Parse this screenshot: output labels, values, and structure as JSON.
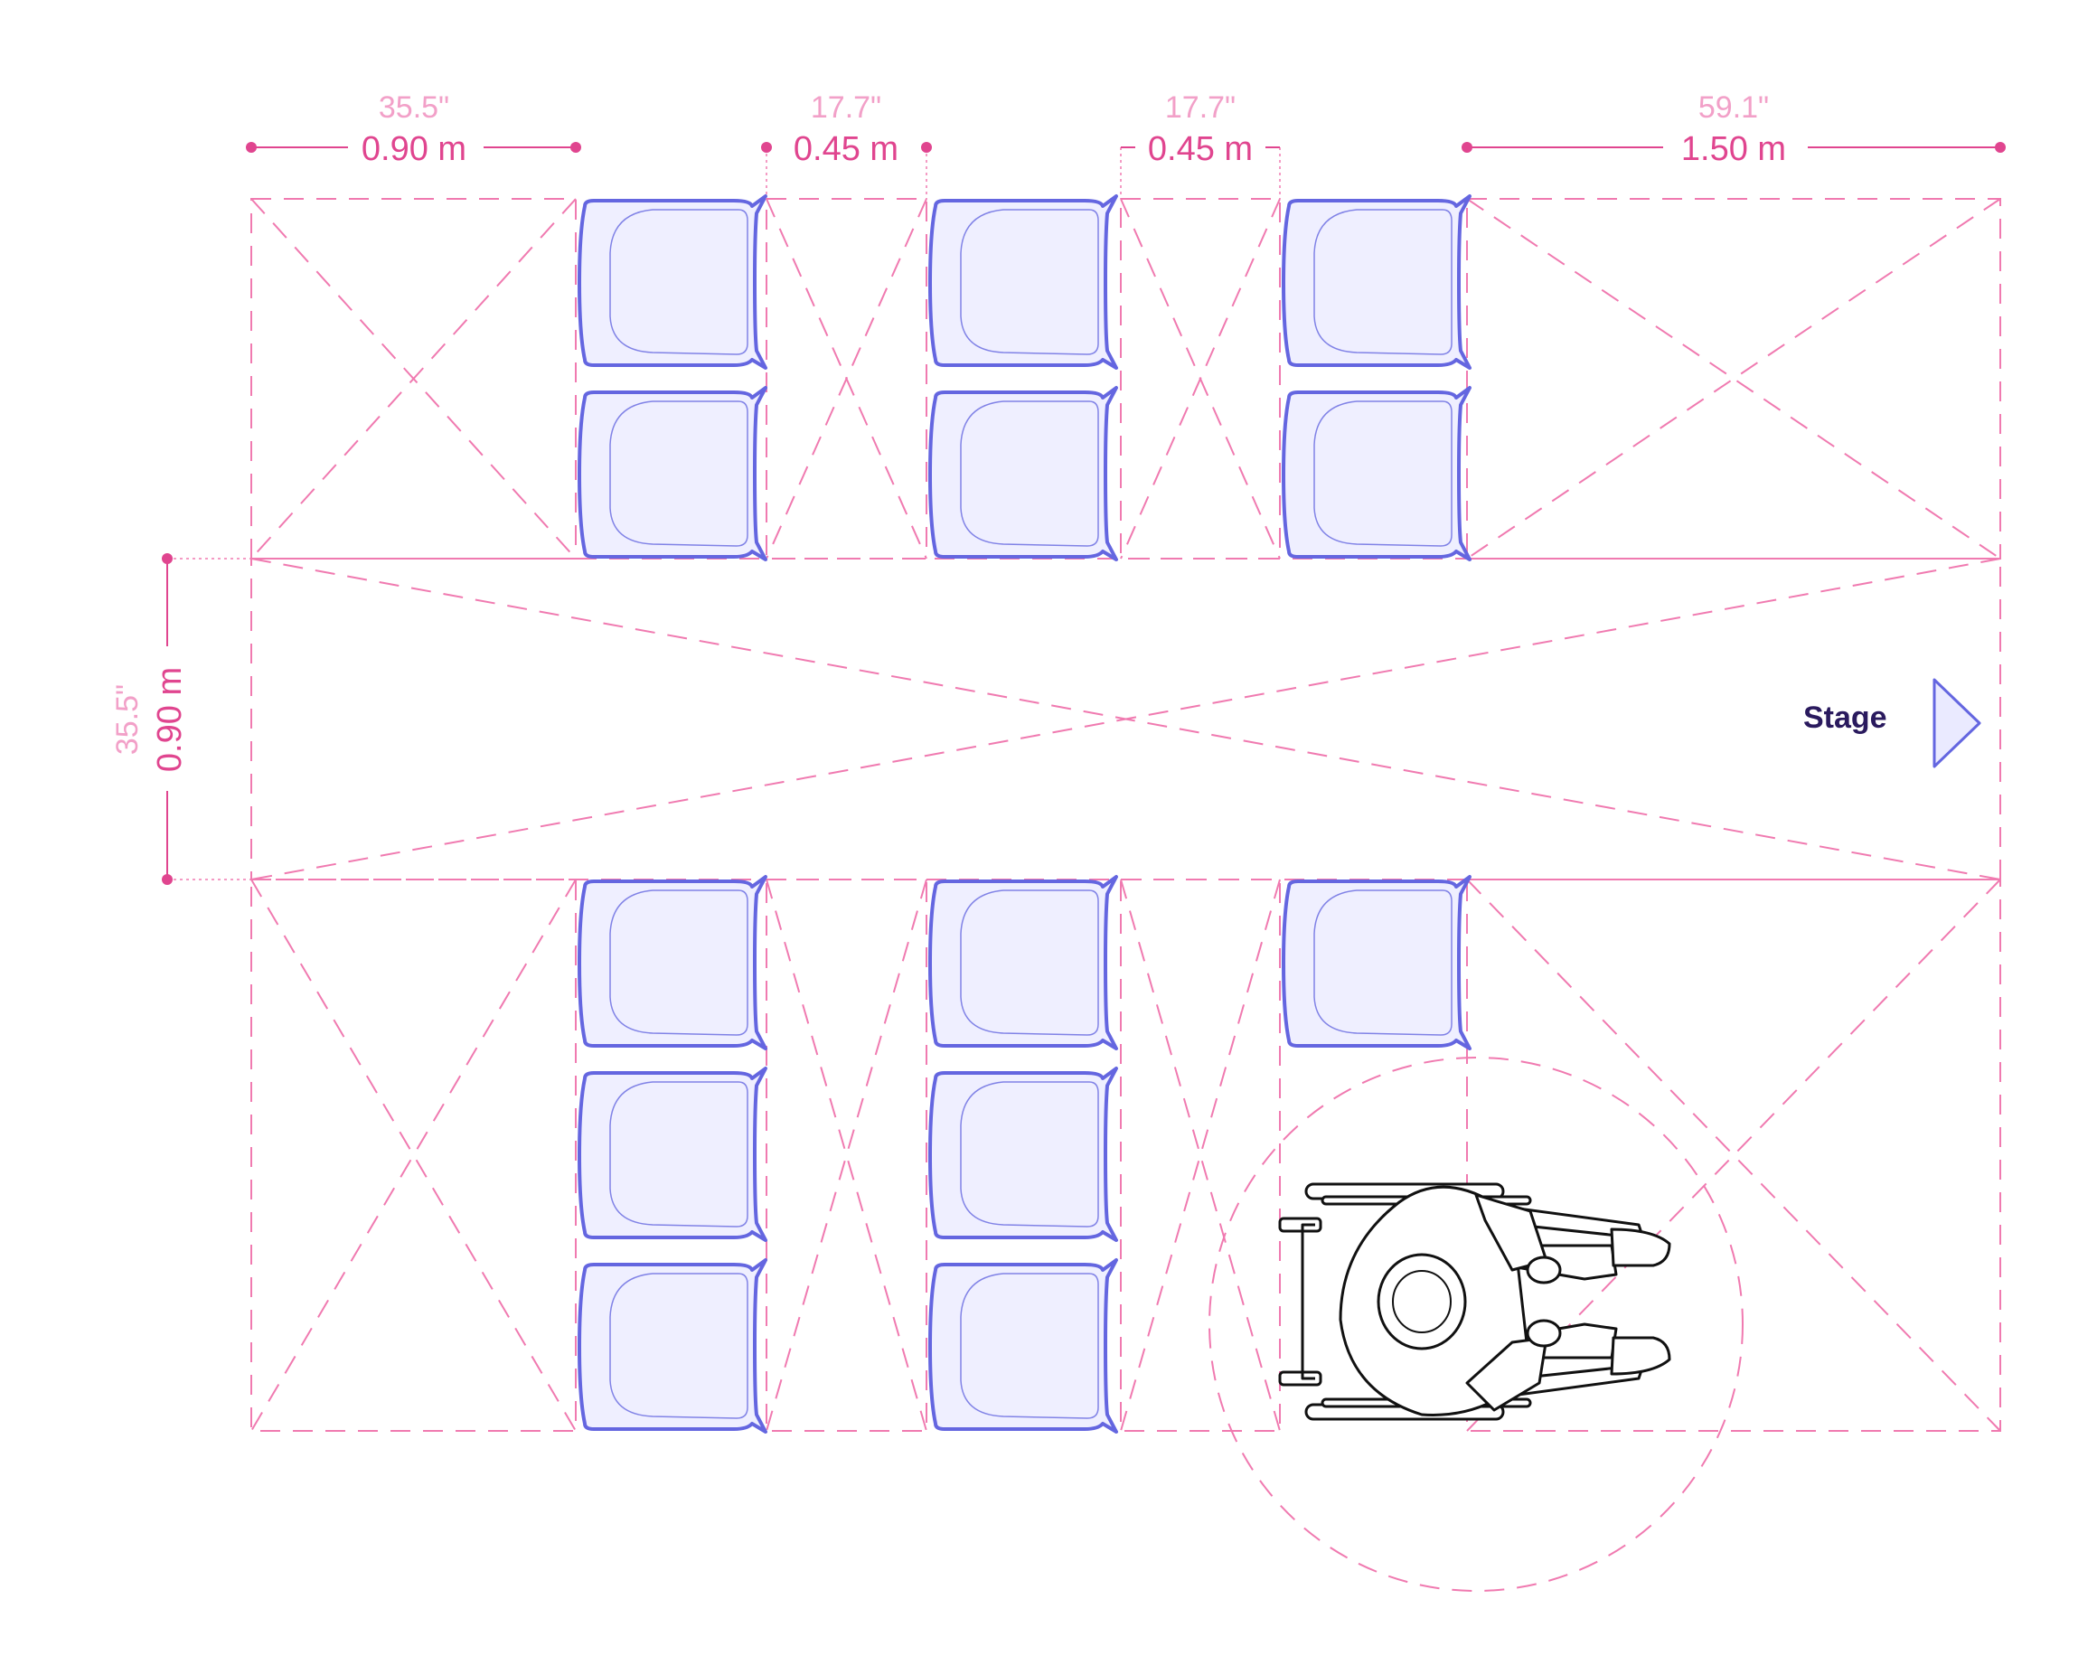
{
  "colors": {
    "dimension": "#e0458f",
    "dimension_light": "#f2a0c8",
    "guide": "#f07ab0",
    "chair_stroke": "#6466e0",
    "chair_fill": "#efefff",
    "stage_arrow_fill": "#eaeaff",
    "stage_text": "#2a1a5e",
    "wheelchair": "#111111"
  },
  "dimensions": {
    "aisle_left": {
      "imperial": "35.5\"",
      "metric": "0.90 m"
    },
    "gap_1": {
      "imperial": "17.7\"",
      "metric": "0.45 m"
    },
    "gap_2": {
      "imperial": "17.7\"",
      "metric": "0.45 m"
    },
    "aisle_right": {
      "imperial": "59.1\"",
      "metric": "1.50 m"
    },
    "center_aisle": {
      "imperial": "35.5\"",
      "metric": "0.90 m"
    }
  },
  "stage": {
    "label": "Stage",
    "icon": "triangle-arrow-right"
  },
  "seating": {
    "top_block": {
      "columns": 3,
      "rows_per_column": [
        2,
        2,
        2
      ]
    },
    "bottom_block": {
      "columns": 3,
      "rows_per_column": [
        3,
        3,
        1
      ]
    },
    "wheelchair_space": {
      "icon": "wheelchair-user",
      "turning_circle": true
    }
  }
}
